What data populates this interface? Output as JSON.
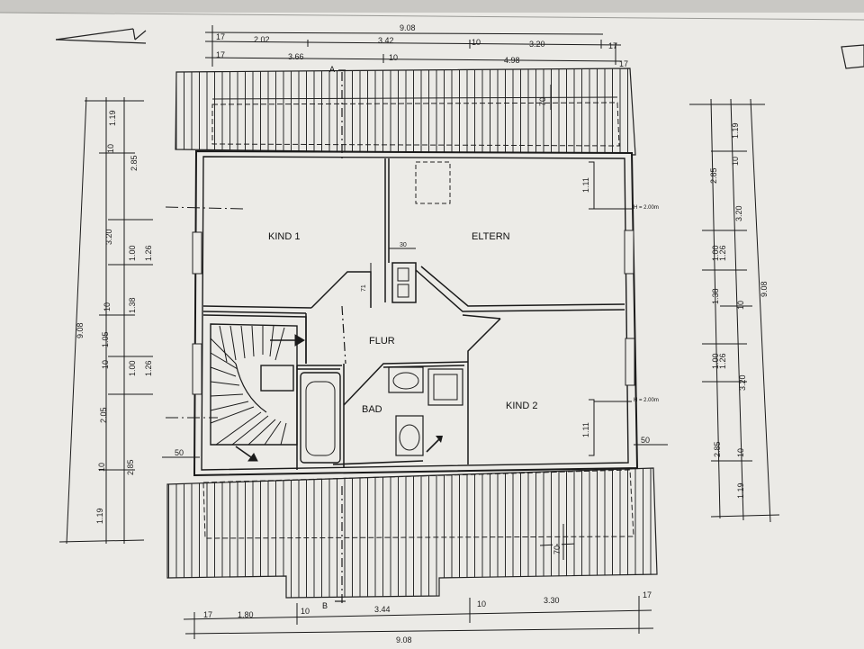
{
  "plan": {
    "rooms": {
      "kind1": "KIND 1",
      "eltern": "ELTERN",
      "flur": "FLUR",
      "bad": "BAD",
      "kind2": "KIND 2"
    },
    "section_markers": {
      "a": "A",
      "b": "B"
    },
    "notes": {
      "height_eltern": "H = 2.00m",
      "height_kind2": "H = 2.00m"
    },
    "dims": {
      "top_total": "9.08",
      "top_row1": [
        "17",
        "2.02",
        "3.42",
        "10",
        "3.20",
        "17"
      ],
      "top_row2": [
        "17",
        "3.66",
        "10",
        "4.98",
        "17"
      ],
      "bottom_total": "9.08",
      "bottom_row": [
        "17",
        "1.80",
        "10",
        "3.44",
        "10",
        "3.30",
        "17"
      ],
      "left_total": "9.08",
      "left_col1": [
        "1.19",
        "10",
        "3.20",
        "10",
        "1.05",
        "10",
        "2.05",
        "10",
        "1.19"
      ],
      "left_col2": [
        "2.85",
        "1.00",
        "1.26",
        "1.38",
        "1.00",
        "1.26",
        "2.85"
      ],
      "right_total": "9.08",
      "right_col1": [
        "2.85",
        "1.00",
        "1.26",
        "1.38",
        "1.00",
        "1.26",
        "2.85"
      ],
      "right_col2": [
        "1.19",
        "10",
        "3.20",
        "10",
        "3.20",
        "10",
        "1.19"
      ],
      "misc": [
        "70",
        "70",
        "1.11",
        "1.11",
        "30",
        "71",
        "50",
        "50"
      ]
    }
  }
}
